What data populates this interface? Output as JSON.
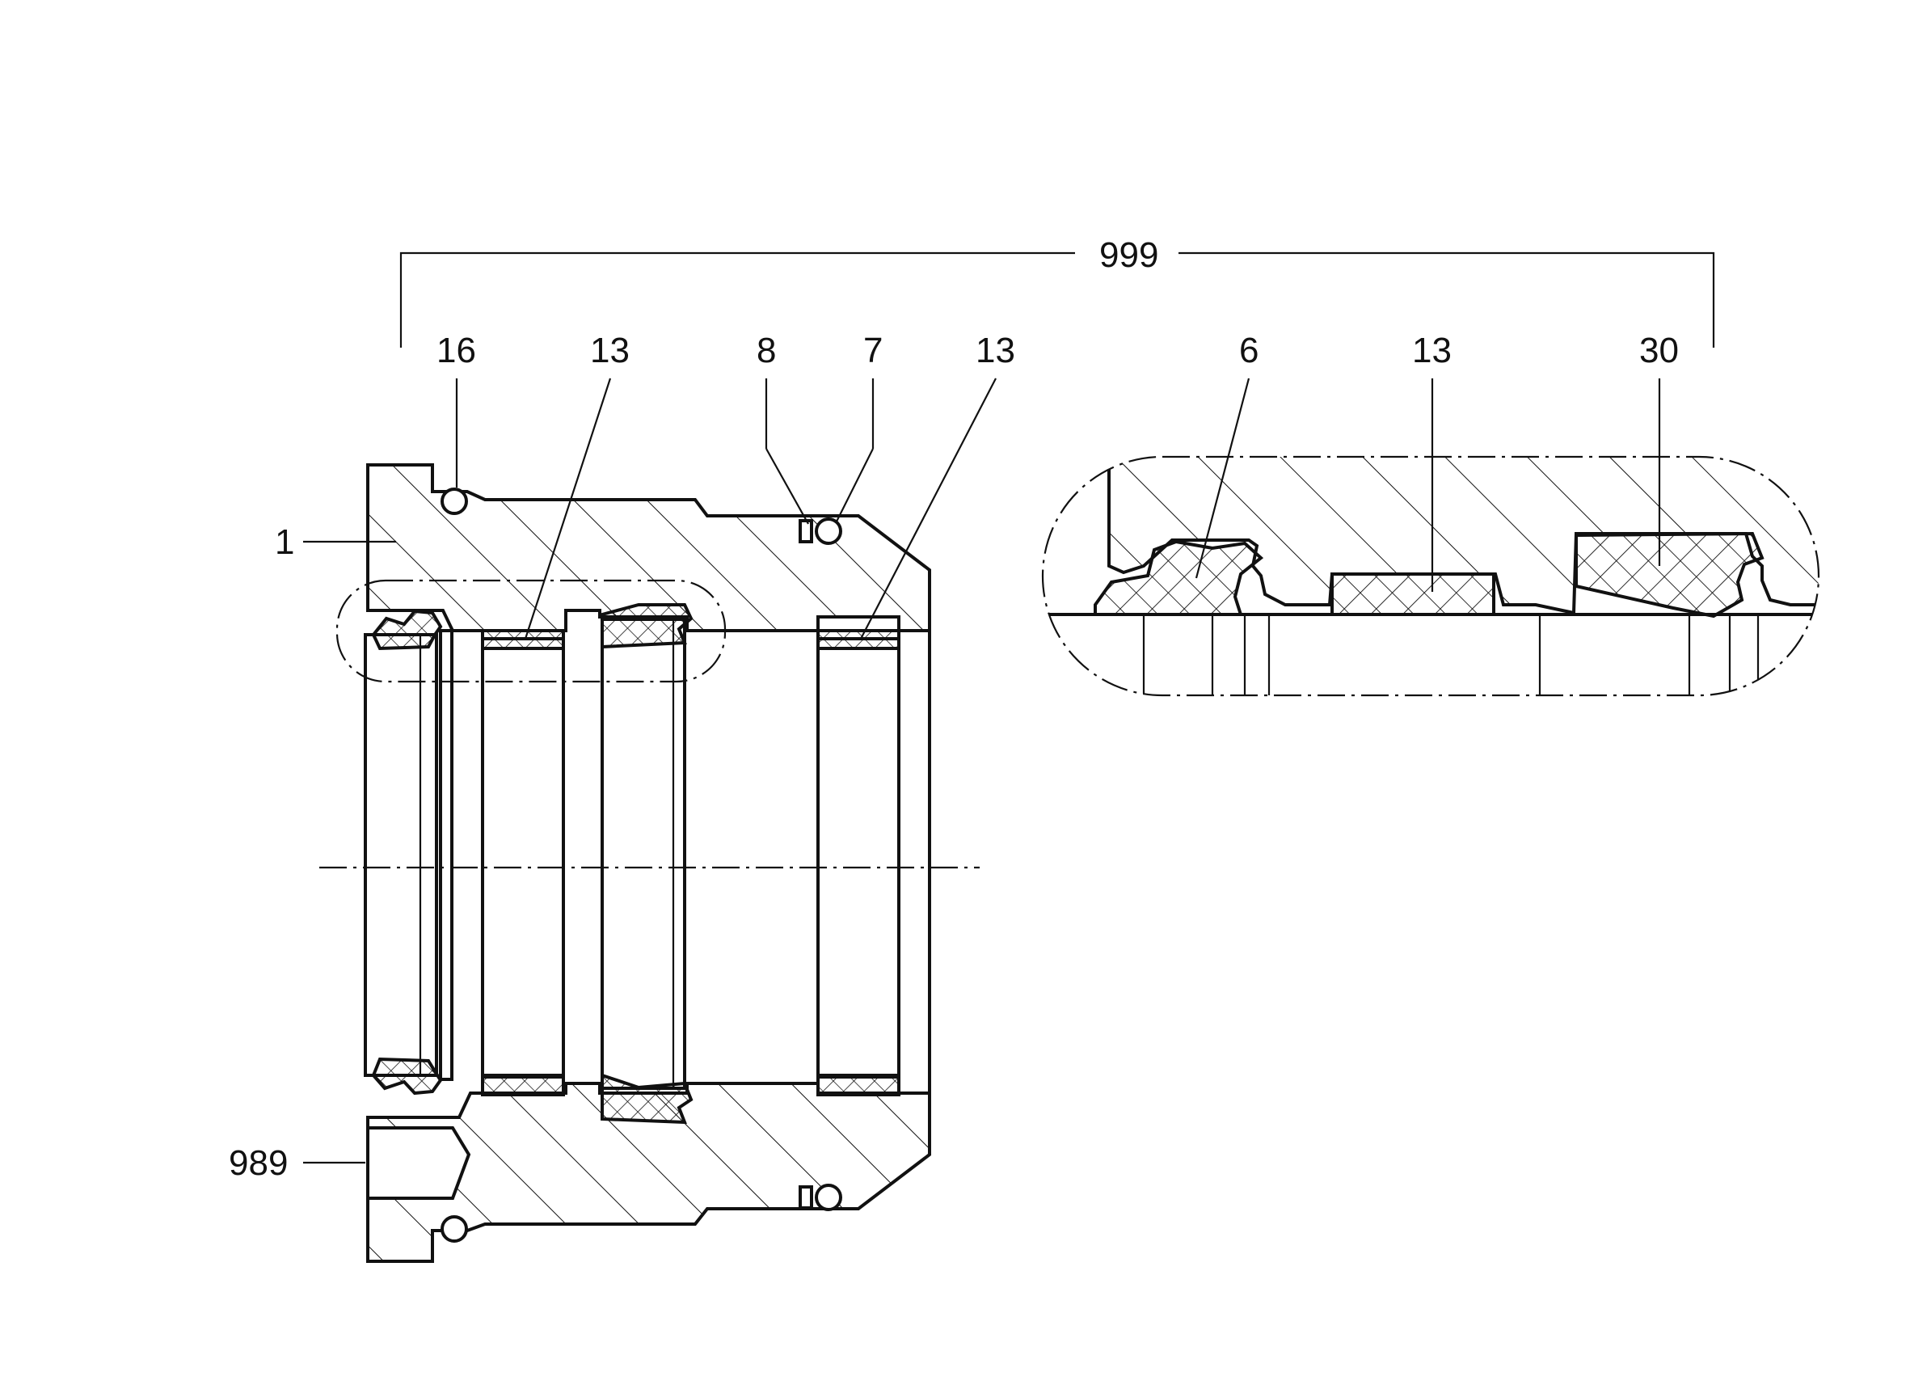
{
  "drawing": {
    "labels": {
      "assembly": "999",
      "housing": "1",
      "ring_16": "16",
      "guide_13_a": "13",
      "oring_8": "8",
      "backup_7": "7",
      "guide_13_b": "13",
      "pin_989": "989",
      "seal_6": "6",
      "guide_13_detail": "13",
      "wiper_30": "30"
    }
  }
}
